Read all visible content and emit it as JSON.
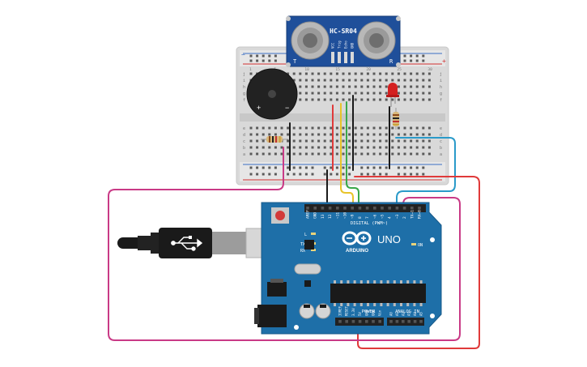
{
  "sensor": {
    "model": "HC-SR04",
    "left_mark": "T",
    "right_mark": "R",
    "pins": [
      "VCC",
      "Trig",
      "Echo",
      "GND"
    ]
  },
  "breadboard": {
    "rail_plus": "+",
    "rail_minus": "−",
    "row_letters_top": [
      "j",
      "i",
      "h",
      "g",
      "f"
    ],
    "row_letters_bottom": [
      "e",
      "d",
      "c",
      "b",
      "a"
    ],
    "col_numbers": [
      "1",
      "5",
      "10",
      "15",
      "20",
      "25",
      "30"
    ]
  },
  "buzzer": {
    "plus": "+",
    "minus": "−"
  },
  "arduino": {
    "brand": "ARDUINO",
    "model": "UNO",
    "digital_label": "DIGITAL (PWM~)",
    "power_label": "POWER",
    "analog_label": "ANALOG IN",
    "on_label": "ON",
    "l_label": "L",
    "tx_label": "TX",
    "rx_label": "RX",
    "digital_pins": [
      "AREF",
      "GND",
      "13",
      "12",
      "~11",
      "~10",
      "~9",
      "8",
      "7",
      "~6",
      "~5",
      "4",
      "~3",
      "2",
      "TX→1",
      "RX←0"
    ],
    "power_pins": [
      "IOREF",
      "RESET",
      "3.3V",
      "5V",
      "GND",
      "GND",
      "Vin"
    ],
    "analog_pins": [
      "A0",
      "A1",
      "A2",
      "A3",
      "A4",
      "A5"
    ]
  },
  "colors": {
    "board_blue": "#1e6fa8",
    "breadboard": "#dcdcdc",
    "wire_red": "#e03a3a",
    "wire_magenta": "#c93a86",
    "wire_black": "#1a1a1a",
    "wire_yellow": "#e8c42a",
    "wire_green": "#3aa84a",
    "wire_blue": "#2a9ac9",
    "led_red": "#d42020"
  }
}
